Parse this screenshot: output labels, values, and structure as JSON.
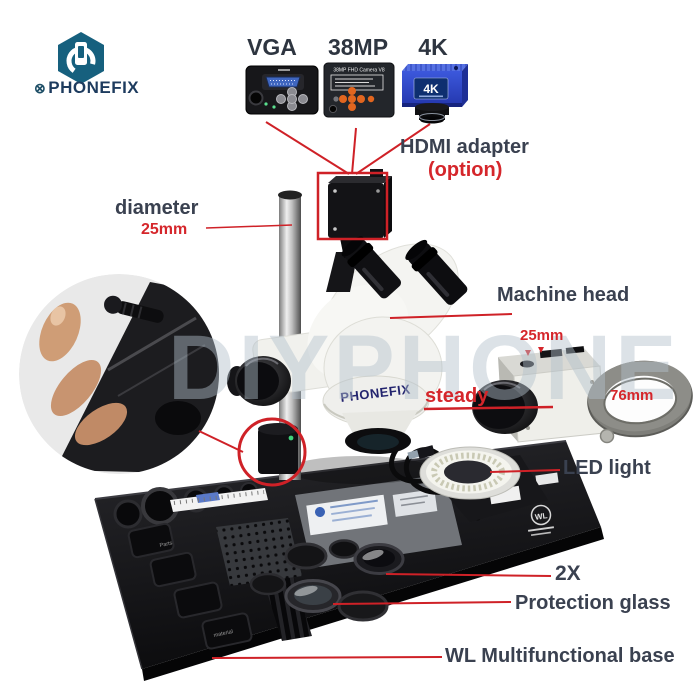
{
  "colors": {
    "label": "#3a4150",
    "red": "#d5262b",
    "brand_blue": "#16607e",
    "brand_navy": "#1d3b5e",
    "camera_cube_blue": "#2c46c0"
  },
  "brand": {
    "mark": "⊗",
    "name": "PHONEFIX"
  },
  "top_cameras": {
    "items": [
      {
        "label": "VGA"
      },
      {
        "label": "38MP",
        "device_title": "38MP FHD Camera V8"
      },
      {
        "label": "4K",
        "sticker": "4K"
      }
    ]
  },
  "annotations": {
    "hdmi_adapter": "HDMI adapter",
    "option": "(option)",
    "diameter": "diameter",
    "diameter_value": "25mm",
    "machine_head": "Machine head",
    "pole_diameter": "25mm",
    "ring_diameter": "76mm",
    "steady": "steady",
    "led_light": "LED light",
    "magnification": "2X",
    "protection_glass": "Protection glass",
    "base_label": "WL Multifunctional base"
  },
  "microscope": {
    "body_brand": "PHONEFIX"
  },
  "base": {
    "logo": "WL",
    "compartment_labels": [
      "Parts",
      "material"
    ]
  },
  "watermark": {
    "text": "DIYPHONE"
  }
}
